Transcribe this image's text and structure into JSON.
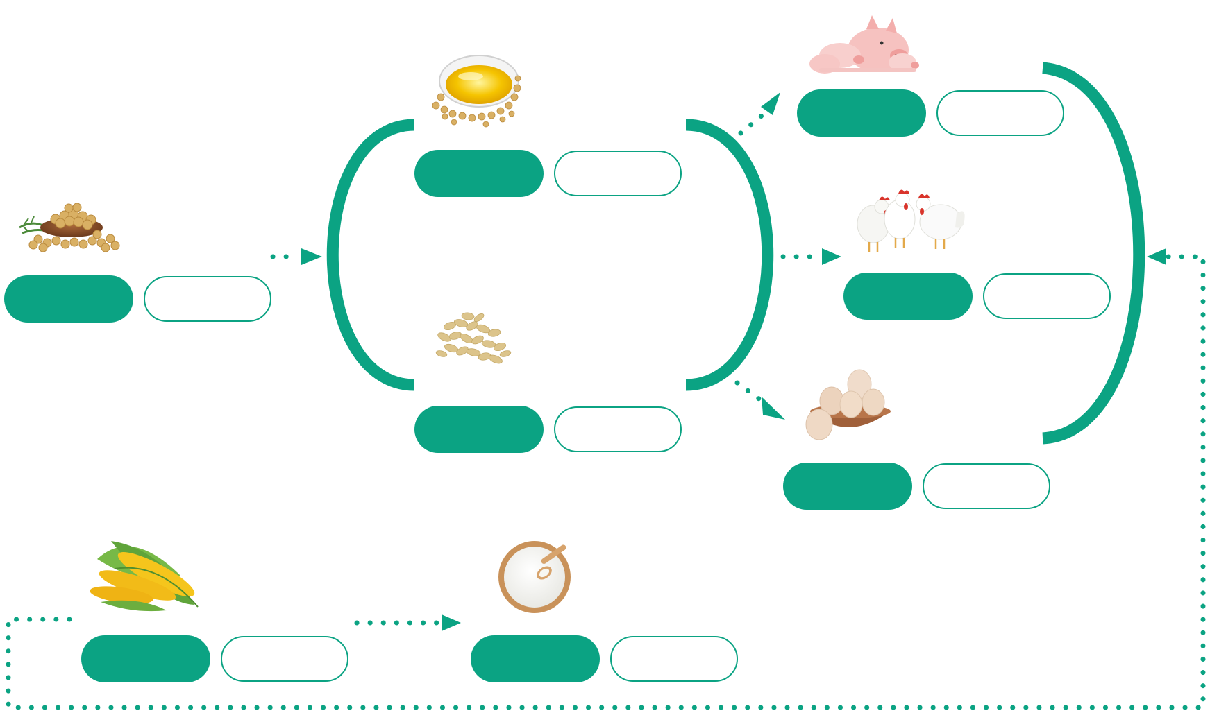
{
  "colors": {
    "accent": "#0ba383"
  },
  "nodes": [
    {
      "id": "soybean",
      "icon": "soybean-icon",
      "label": "",
      "value": ""
    },
    {
      "id": "soy-oil",
      "icon": "soybean-oil-icon",
      "label": "",
      "value": ""
    },
    {
      "id": "soy-meal",
      "icon": "soybean-meal-icon",
      "label": "",
      "value": ""
    },
    {
      "id": "pig",
      "icon": "pig-icon",
      "label": "",
      "value": ""
    },
    {
      "id": "chicken",
      "icon": "chicken-icon",
      "label": "",
      "value": ""
    },
    {
      "id": "egg",
      "icon": "egg-icon",
      "label": "",
      "value": ""
    },
    {
      "id": "corn",
      "icon": "corn-icon",
      "label": "",
      "value": ""
    },
    {
      "id": "starch",
      "icon": "corn-starch-icon",
      "label": "",
      "value": ""
    }
  ]
}
